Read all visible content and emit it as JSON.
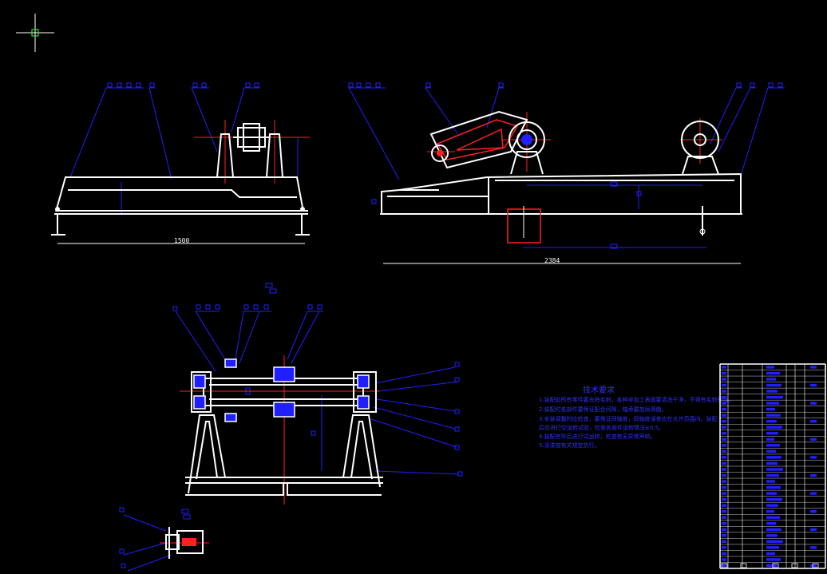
{
  "drawing": {
    "dim_left_width": "1500",
    "dim_right_width": "2384",
    "colors": {
      "background": "#000000",
      "outline": "#ffffff",
      "leader": "#2020ff",
      "centerline": "#ff2020",
      "section": "#2020ff",
      "note_text": "#3030ff"
    }
  },
  "notes": {
    "title": "技术要求",
    "lines": [
      "1.装配前所有零件要去除毛刺，各种非加工表面要清洗干净，不得有毛刺锈蚀。",
      "2.装配时各部件要保证配合间隙，轴承要加润滑脂。",
      "3.安装调整时应检查，要保证同轴度，同轴度误差应在允许范围内，装配",
      "后应进行空运转试验，检查各部件运转情况≤0.5。",
      "4.装配完毕后进行试运转，检查有无异常声响。",
      "5.涂漆按有关规定执行。"
    ]
  }
}
